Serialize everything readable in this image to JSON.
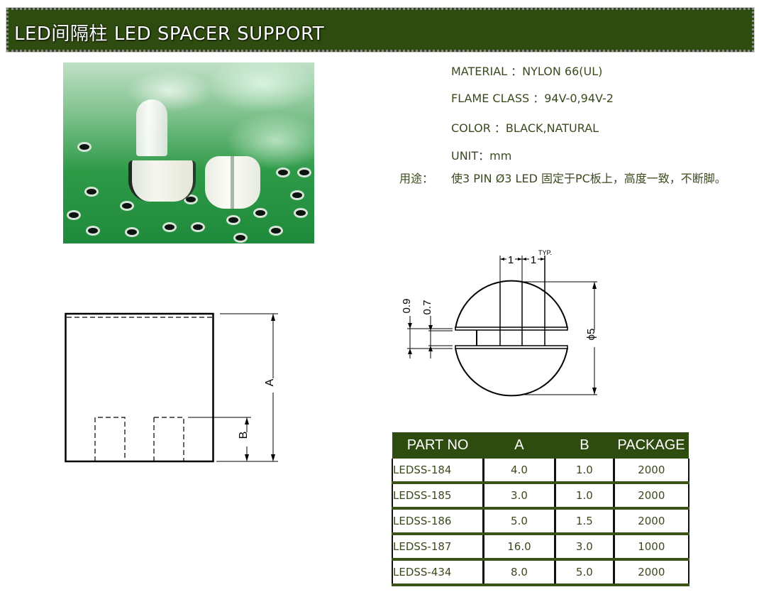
{
  "header": {
    "title": "LED间隔柱 LED SPACER SUPPORT"
  },
  "photo": {
    "alt": "LED spacer on green PCB photo"
  },
  "specs": {
    "material": "MATERIAL ：NYLON 66(UL)",
    "flame_class": "FLAME CLASS ：94V-0,94V-2",
    "color": "COLOR ：BLACK,NATURAL",
    "unit": "UNIT：mm",
    "usage_label": "用途：",
    "usage_text": "使3 PIN Ø3 LED 固定于PC板上，高度一致，不断脚。"
  },
  "side_drawing": {
    "label_a": "A",
    "label_b": "B"
  },
  "top_drawing": {
    "pitch_1": "1",
    "pitch_2": "1",
    "typ": "TYP.",
    "dim_09": "0.9",
    "dim_07": "0.7",
    "diameter": "ϕ5"
  },
  "table": {
    "headers": [
      "PART NO",
      "A",
      "B",
      "PACKAGE"
    ],
    "rows": [
      [
        "LEDSS-184",
        "4.0",
        "1.0",
        "2000"
      ],
      [
        "LEDSS-185",
        "3.0",
        "1.0",
        "2000"
      ],
      [
        "LEDSS-186",
        "5.0",
        "1.5",
        "2000"
      ],
      [
        "LEDSS-187",
        "16.0",
        "3.0",
        "1000"
      ],
      [
        "LEDSS-434",
        "8.0",
        "5.0",
        "2000"
      ]
    ]
  },
  "colors": {
    "brand_green": "#2f4c10",
    "text_olive": "#3b4a1e",
    "row_divider": "#3b5318"
  }
}
